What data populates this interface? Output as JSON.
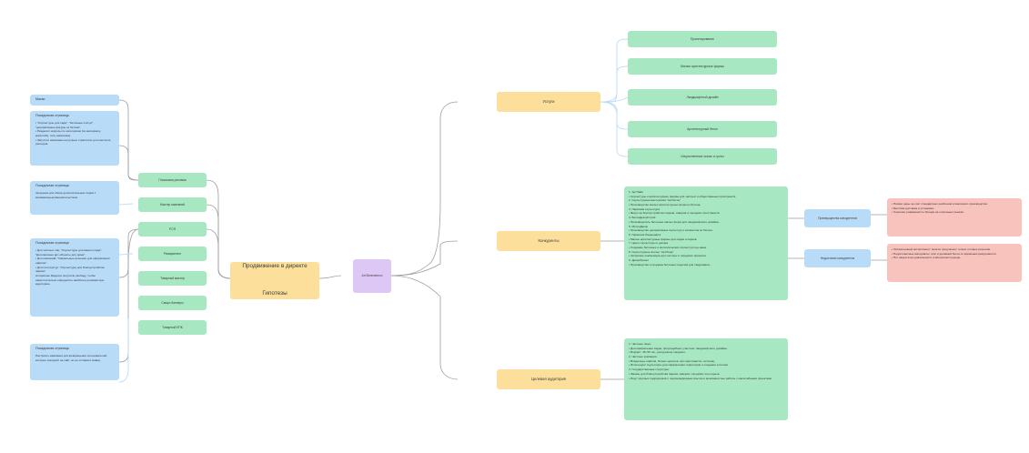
{
  "diagram": {
    "type": "mind-map",
    "title": "Продвижение в директе / Гипотезы",
    "colors": {
      "blue": "#b8dcf8",
      "green": "#a7e8c2",
      "yellow": "#fbdf9b",
      "purple": "#ddc8f5",
      "red": "#f9c3bd",
      "link_gray": "#9e9e9e",
      "link_blue": "#bcdcf5",
      "text": "#3c3c3c"
    }
  },
  "center": {
    "root_label": "Art Berendeevo",
    "hypotheses_label": "Продвижение в директе\n\nГипотезы"
  },
  "left_branch": {
    "channels": [
      {
        "label": "Поисковая реклама"
      },
      {
        "label": "Мастер кампаний"
      },
      {
        "label": "РСЯ"
      },
      {
        "label": "Ремаркетинг"
      },
      {
        "label": "Товарный мастер"
      },
      {
        "label": "Смарт-баннеры"
      },
      {
        "label": "Товарный ЕПК"
      }
    ],
    "notes": [
      {
        "id": "mask",
        "head": "Маски",
        "body": ""
      },
      {
        "id": "landing-search",
        "head": "Посадочная страница",
        "body": "• \"Скульптуры для сада\", \"бетонные статуи\", \"декоративные фигуры из бетона\".\n• Разделил запросы по категориям (по материалу, масштабу, типу заказчика).\n• Запустил кампанию на ручных стратегиях для контроля расходов."
      },
      {
        "id": "landing-master",
        "head": "Посадочная страница",
        "body": "запущена для сбора дополнительных лидов с минимальным вмешательством."
      },
      {
        "id": "landing-rsya",
        "head": "Посадочная страница",
        "body": "• Для частных лиц: \"Скульптуры для вашего сада\", \"Долговечные арт-объекты для дома\".\n• Для компаний: \"Уникальные решения для оформления офисов\".\n• Для госструктур: \"Скульптуры для благоустройства парков\".\nАлгоритмы Яндекса получили свободу, чтобы самостоятельно определять наиболее релевантную аудиторию."
      },
      {
        "id": "landing-remarketing",
        "head": "Посадочная страница",
        "body": "Настроить кампании для возвращения пользователей, которые заходили на сайт, но не оставили заявку."
      }
    ]
  },
  "right_branch": {
    "services": {
      "label": "Услуги",
      "items": [
        {
          "label": "Проектирование"
        },
        {
          "label": "Малые архитектурные формы"
        },
        {
          "label": "Ландшафтный дизайн"
        },
        {
          "label": "Архитектурный бетон"
        },
        {
          "label": "Искусственные скалы и гроты"
        }
      ]
    },
    "competitors": {
      "label": "Конкуренты",
      "list": "1. АртПайн\n• Скульптуры и архитектурные формы для частных и общественных пространств.\n2. Скульптурная мастерская \"Артбетон\"\n• Производство малых архитектурных форм из бетона.\n3. Парковая скульптура\n• Фокус на благоустройство парков, скверов и городских пространств.\n4. БетонДекорСтрой\n• Производитель бетонных малых форм для ландшафтного дизайна.\n5. МетроДекор\n• Производство декоративных скульптур и элементов из бетона.\n6. Гармония Ландшафта\n• Малые архитектурные формы для садов и парков.\n7. Центр скульптуры и декора\n• Создание бетонных и металлических скульптур под заказ.\n8. Скульптурное ателье \"АртЛэнд\"\n• Авторские композиции для частных и городских проектов.\n9. ДекорПроект\n• Производство и продажа бетонных изделий для ландшафта...",
      "advantages": {
        "label": "Преимущества конкурентов",
        "body": "• Низкие цены за счёт стандартных шаблонов и массового производства.\n• Быстрая доставка и установка.\n• Хорошая узнаваемость бренда на локальных рынках."
      },
      "disadvantages": {
        "label": "Недостатки конкурентов",
        "body": "• Ограниченный ассортимент: многие предлагают только готовые решения.\n• Недолговечные материалы: гипс и дешёвый бетон со временем разрушаются.\n• Нет акцента на уникальности и авторском подходе."
      }
    },
    "audience": {
      "label": "Целевая аудитория",
      "body": "1. Частные лица:\n• Для оформления садов, приусадебных участков, ландшафтного дизайна.\n• Возраст: 35–55 лет, доход выше среднего.\n2. Частные компании:\n• Владельцы офисов, бизнес-центров, арт-пространств, гостиниц.\n• Используют скульптуры для оформления территории и создания эстетики.\n3. Государственные структуры:\n• Заказы для благоустройства парков, скверов, городских зон отдыха.\n• Ищут крупных подрядчиков с подтверждённым опытом и возможностью работы с масштабными проектами."
    }
  }
}
